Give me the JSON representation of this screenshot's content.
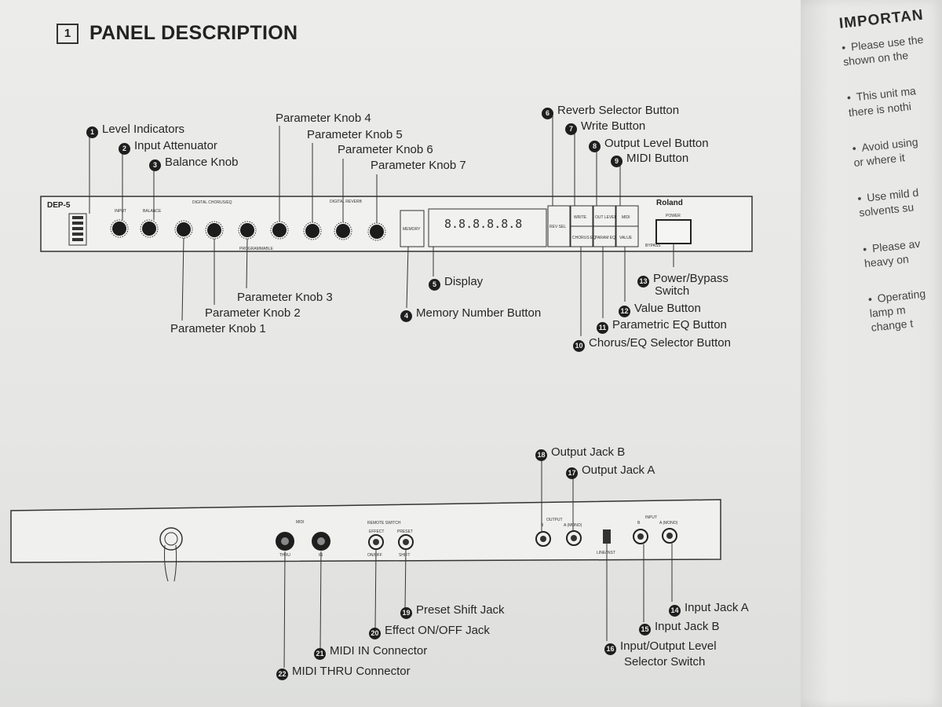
{
  "section": {
    "number": "1",
    "title": "PANEL DESCRIPTION"
  },
  "front_labels": [
    {
      "num": "1",
      "text": "Level Indicators"
    },
    {
      "num": "2",
      "text": "Input Attenuator"
    },
    {
      "num": "3",
      "text": "Balance Knob"
    },
    {
      "num": "",
      "text": "Parameter Knob 4"
    },
    {
      "num": "",
      "text": "Parameter Knob 5"
    },
    {
      "num": "",
      "text": "Parameter Knob 6"
    },
    {
      "num": "",
      "text": "Parameter Knob 7"
    },
    {
      "num": "6",
      "text": "Reverb Selector Button"
    },
    {
      "num": "7",
      "text": "Write Button"
    },
    {
      "num": "8",
      "text": "Output Level Button"
    },
    {
      "num": "9",
      "text": "MIDI Button"
    },
    {
      "num": "",
      "text": "Parameter Knob 3"
    },
    {
      "num": "",
      "text": "Parameter Knob 2"
    },
    {
      "num": "",
      "text": "Parameter Knob 1"
    },
    {
      "num": "5",
      "text": "Display"
    },
    {
      "num": "4",
      "text": "Memory Number Button"
    },
    {
      "num": "13",
      "text": "Power/Bypass"
    },
    {
      "num": "",
      "text": "Switch"
    },
    {
      "num": "12",
      "text": "Value Button"
    },
    {
      "num": "11",
      "text": "Parametric EQ Button"
    },
    {
      "num": "10",
      "text": "Chorus/EQ Selector Button"
    }
  ],
  "rear_labels": [
    {
      "num": "18",
      "text": "Output Jack B"
    },
    {
      "num": "17",
      "text": "Output Jack A"
    },
    {
      "num": "19",
      "text": "Preset Shift Jack"
    },
    {
      "num": "20",
      "text": "Effect ON/OFF Jack"
    },
    {
      "num": "21",
      "text": "MIDI IN Connector"
    },
    {
      "num": "22",
      "text": "MIDI THRU Connector"
    },
    {
      "num": "14",
      "text": "Input Jack A"
    },
    {
      "num": "15",
      "text": "Input Jack B"
    },
    {
      "num": "16",
      "text": "Input/Output Level"
    },
    {
      "num": "",
      "text": "Selector Switch"
    }
  ],
  "panel_text": {
    "model": "DEP-5",
    "brand": "Roland",
    "chorus_group": "DIGITAL CHORUS/EQ",
    "reverb_group": "DIGITAL REVERB",
    "programmable": "PROGRAMMABLE",
    "input": "INPUT",
    "balance": "BALANCE",
    "power": "POWER",
    "bypass": "BYPASS",
    "memory": "MEMORY",
    "write": "WRITE",
    "out_level": "OUT LEVEL",
    "midi": "MIDI",
    "rev_sel": "REV SEL",
    "chorus_eq": "CHORUS EQ",
    "param_eq": "PARAM EQ",
    "value": "VALUE",
    "display_digits": "8.8.8.8.8.8"
  },
  "rear_text": {
    "midi": "MIDI",
    "thru": "THRU",
    "in": "IN",
    "remote_switch": "REMOTE SWITCH",
    "effect": "EFFECT",
    "preset": "PRESET",
    "on_off": "ON/OFF",
    "shift": "SHIFT",
    "output": "OUTPUT",
    "input": "INPUT",
    "b": "B",
    "a_mono": "A (MONO)",
    "line_inst": "LINE/INST"
  },
  "right_page": {
    "heading": "IMPORTAN",
    "bullets": [
      "Please use the\nshown on the",
      "This unit ma\nthere is nothi",
      "Avoid using\nor where it",
      "Use mild d\nsolvents su",
      "Please av\nheavy on",
      "Operating\nlamp m\nchange t"
    ]
  }
}
